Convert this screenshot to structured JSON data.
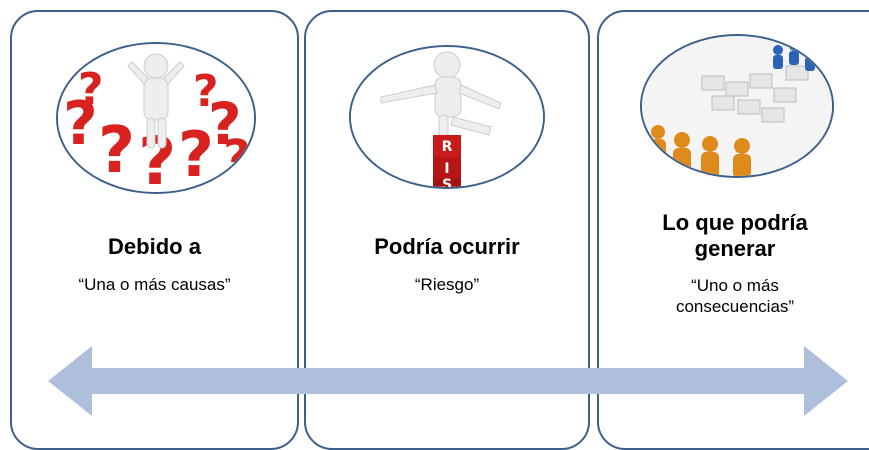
{
  "columns": [
    {
      "heading": "Debido a",
      "subtitle": "“Una o más causas”"
    },
    {
      "heading": "Podría ocurrir",
      "subtitle": "“Riesgo”"
    },
    {
      "heading_line1": "Lo que podría",
      "heading_line2": "generar",
      "subtitle_line1": "“Uno o más",
      "subtitle_line2": "consecuencias”"
    }
  ],
  "images": [
    {
      "icon": "question-marks-figure-icon"
    },
    {
      "icon": "risk-balance-figure-icon",
      "letters": [
        "R",
        "I",
        "S"
      ]
    },
    {
      "icon": "people-puzzle-team-icon"
    }
  ],
  "arrow": {
    "color": "#aebfdc",
    "direction": "bidirectional"
  },
  "colors": {
    "border": "#3d5f8c",
    "question_red": "#d8221f",
    "people_orange": "#e08a1c",
    "people_blue": "#2a63b5"
  }
}
